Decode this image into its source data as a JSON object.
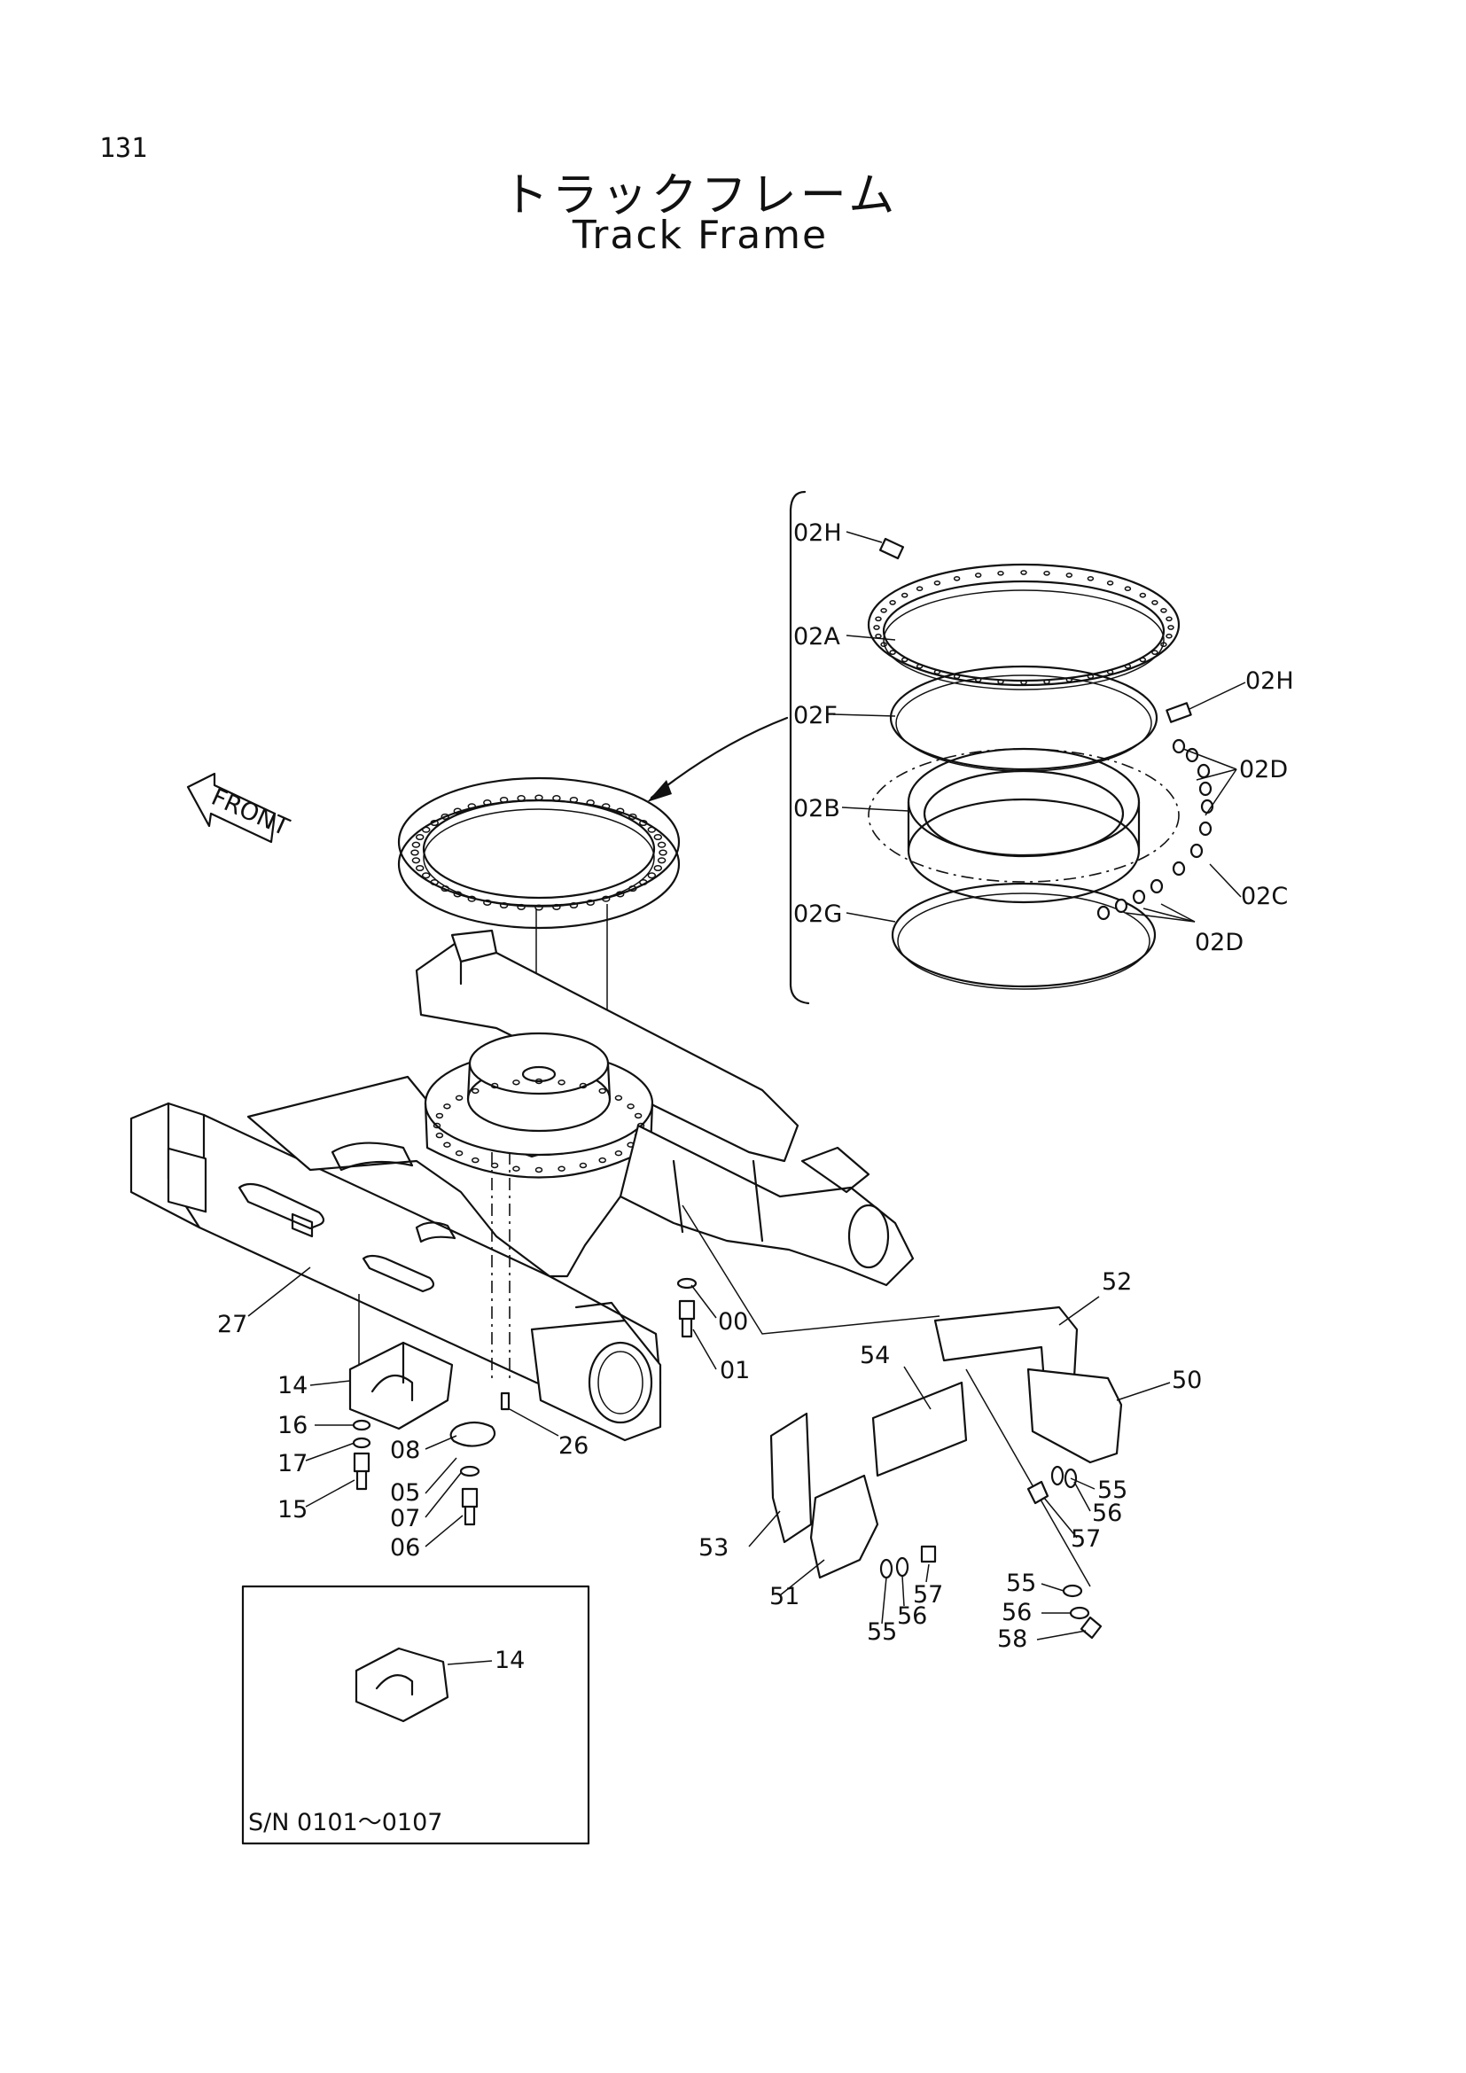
{
  "page_number": "131",
  "title_jp": "トラックフレーム",
  "title_en": "Track Frame",
  "front_label": "FRONT",
  "inset_serial": "S/N 0101～0107",
  "labels": {
    "l02h_a": "02H",
    "l02a": "02A",
    "l02f": "02F",
    "l02b": "02B",
    "l02g": "02G",
    "l02h_b": "02H",
    "l02d_a": "02D",
    "l02c": "02C",
    "l02d_b": "02D",
    "l27": "27",
    "l14": "14",
    "l16": "16",
    "l17": "17",
    "l15": "15",
    "l08": "08",
    "l05": "05",
    "l07": "07",
    "l06": "06",
    "l26": "26",
    "l00": "00",
    "l01": "01",
    "l52": "52",
    "l54": "54",
    "l50": "50",
    "l55_a": "55",
    "l56_a": "56",
    "l57_a": "57",
    "l53": "53",
    "l51": "51",
    "l57_b": "57",
    "l56_b": "56",
    "l55_b": "55",
    "l55_c": "55",
    "l56_c": "56",
    "l58": "58",
    "l14_inset": "14"
  }
}
